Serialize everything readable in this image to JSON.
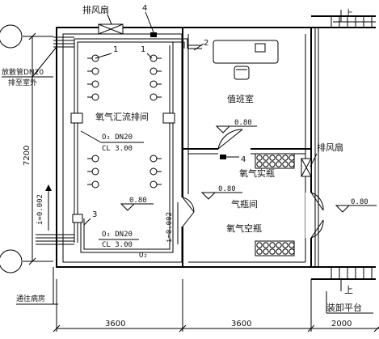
{
  "plan": {
    "rooms": {
      "manifold_room": "氧气汇流排间",
      "duty_room": "值班室",
      "cylinder_room": "气瓶间",
      "full_cylinders": "氧气实瓶",
      "empty_cylinders": "氧气空瓶"
    },
    "labels": {
      "exhaust_fan_top": "排风扇",
      "exhaust_fan_right": "排风扇",
      "vent_pipe_line1": "放散管DN20",
      "vent_pipe_line2": "排至室外",
      "to_ward": "通往病房",
      "loading_platform": "装卸平台",
      "up_top": "上",
      "up_bottom": "上"
    },
    "callouts": [
      "1",
      "1",
      "2",
      "4",
      "4",
      "3"
    ],
    "pipes": {
      "upper_o2": "O₂ DN20",
      "upper_cl": "CL 3.00",
      "lower_o2": "O₂ DN20",
      "lower_cl": "CL 3.00",
      "o2_bottom": "O₂"
    },
    "elevations": {
      "duty": "0.80",
      "manifold": "0.80",
      "cylinder": "0.80",
      "outside": "0.80"
    },
    "slopes": {
      "left": "i=0.002",
      "inner": "i=0.002"
    },
    "dims": {
      "height": "7200",
      "w1": "3600",
      "w2": "3600",
      "w3": "2000"
    }
  }
}
